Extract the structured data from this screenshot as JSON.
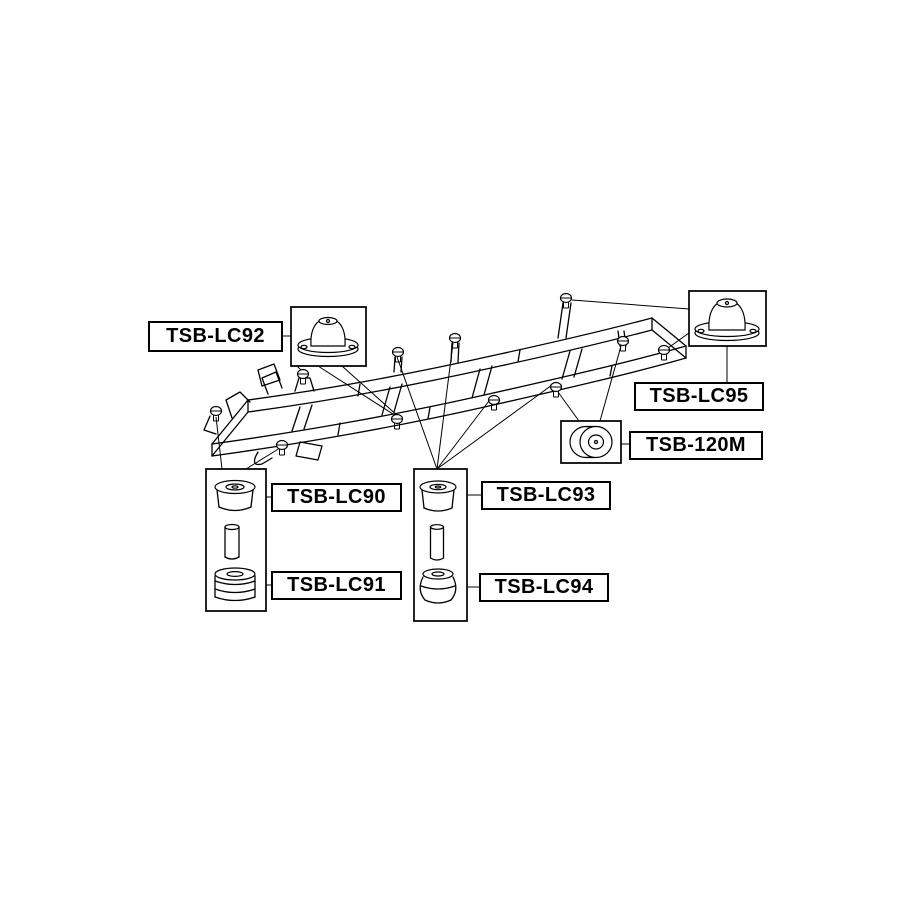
{
  "diagram": {
    "background_color": "#ffffff",
    "line_color": "#000000",
    "parts": [
      {
        "code": "TSB-LC92"
      },
      {
        "code": "TSB-LC95"
      },
      {
        "code": "TSB-120M"
      },
      {
        "code": "TSB-LC90"
      },
      {
        "code": "TSB-LC91"
      },
      {
        "code": "TSB-LC93"
      },
      {
        "code": "TSB-LC94"
      }
    ]
  }
}
